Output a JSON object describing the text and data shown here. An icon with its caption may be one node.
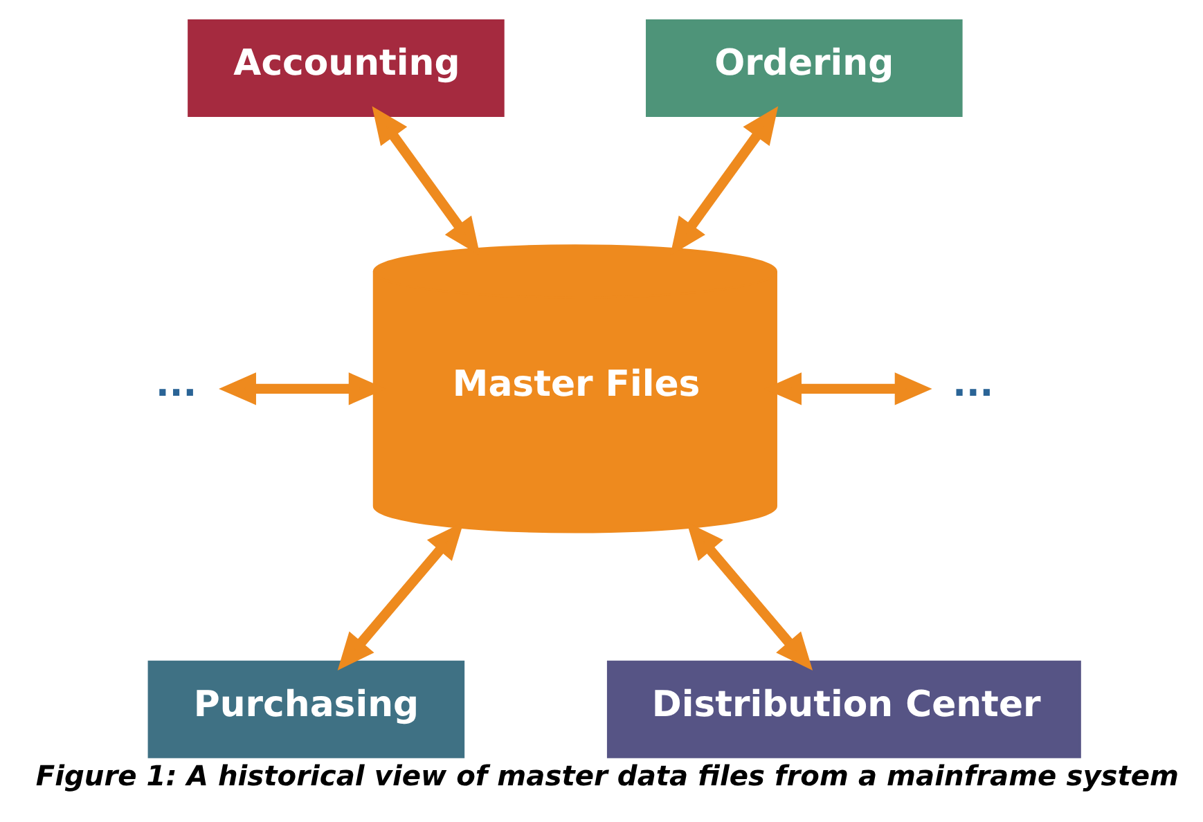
{
  "diagram": {
    "caption": "Figure 1: A historical view of master data files from a mainframe system",
    "nodes": [
      {
        "text": [
          "Accounting"
        ]
      },
      {
        "text": [
          "Ordering"
        ]
      },
      {
        "text": [
          "..."
        ]
      },
      {
        "text": [
          "Master Files"
        ]
      },
      {
        "text": [
          "..."
        ]
      },
      {
        "text": [
          "Purchasing"
        ]
      },
      {
        "text": [
          "Distribution Center"
        ]
      }
    ],
    "edges": [
      {
        "from": 0,
        "to": 3,
        "arrow": "both"
      },
      {
        "from": 1,
        "to": 3,
        "arrow": "both"
      },
      {
        "from": 2,
        "to": 3,
        "arrow": "both"
      },
      {
        "from": 3,
        "to": 4,
        "arrow": "both"
      },
      {
        "from": 3,
        "to": 5,
        "arrow": "both"
      },
      {
        "from": 3,
        "to": 6,
        "arrow": "both"
      }
    ]
  }
}
